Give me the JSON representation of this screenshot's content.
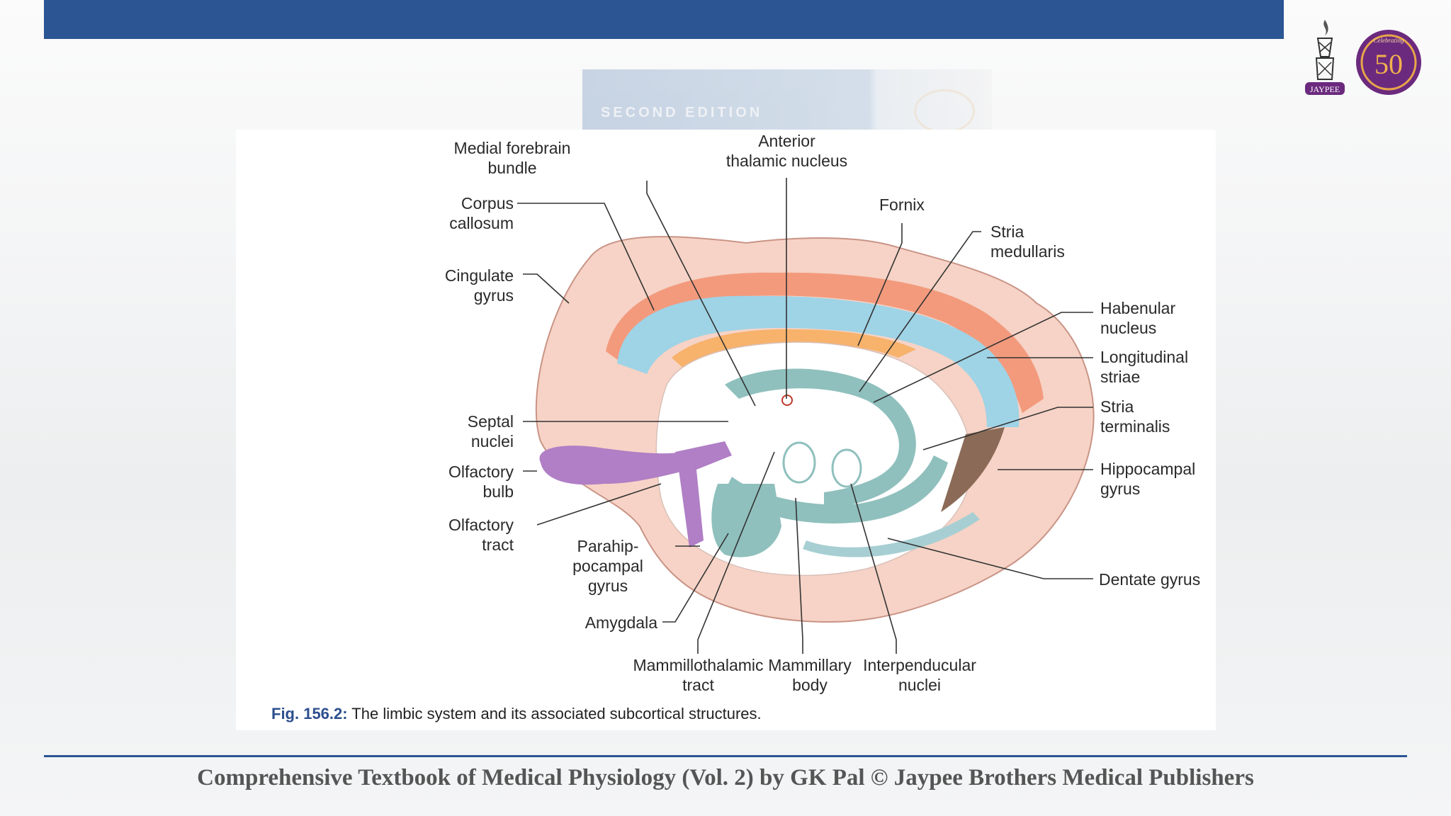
{
  "figure": {
    "caption_number": "Fig. 156.2:",
    "caption_text": " The limbic system and its associated subcortical structures.",
    "labels": {
      "medial_forebrain_bundle": "Medial forebrain\nbundle",
      "anterior_thalamic_nucleus": "Anterior\nthalamic nucleus",
      "corpus_callosum": "Corpus\ncallosum",
      "fornix": "Fornix",
      "stria_medullaris": "Stria\nmedullaris",
      "cingulate_gyrus": "Cingulate\ngyrus",
      "habenular_nucleus": "Habenular\nnucleus",
      "longitudinal_striae": "Longitudinal\nstriae",
      "septal_nuclei": "Septal\nnuclei",
      "stria_terminalis": "Stria\nterminalis",
      "olfactory_bulb": "Olfactory\nbulb",
      "hippocampal_gyrus": "Hippocampal\ngyrus",
      "olfactory_tract": "Olfactory\ntract",
      "parahippocampal_gyrus": "Parahip-\npocampal\ngyrus",
      "dentate_gyrus": "Dentate gyrus",
      "amygdala": "Amygdala",
      "mammillothalamic_tract": "Mammillothalamic\ntract",
      "mammillary_body": "Mammillary\nbody",
      "interpeduncular_nuclei": "Interpenducular\nnuclei"
    }
  },
  "background_cover": {
    "edition_text": "SECOND EDITION"
  },
  "logo": {
    "brand_text": "JAYPEE",
    "badge_number": "50",
    "badge_script": "Celebrating"
  },
  "footer": {
    "text": "Comprehensive Textbook of Medical Physiology (Vol. 2) by GK Pal © Jaypee Brothers Medical Publishers"
  },
  "colors": {
    "header_bar": "#2b5593",
    "brain_outline_fill": "#f6d3c6",
    "corpus_callosum": "#9fd3e6",
    "cingulate_band": "#f39a7d",
    "orange_region": "#f7b26b",
    "teal_structures": "#8fc0bd",
    "olfactory_purple": "#b07fc6",
    "brown_wedge": "#8b6b57",
    "badge_purple": "#6b2a7e"
  }
}
